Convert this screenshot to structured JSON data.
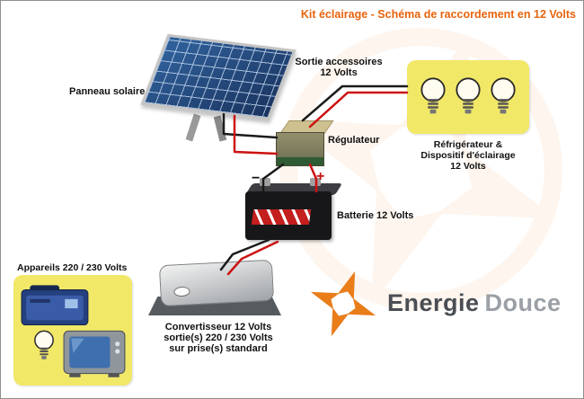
{
  "title": "Kit éclairage - Schéma de raccordement en 12 Volts",
  "labels": {
    "panel": "Panneau solaire",
    "accessory_output": "Sortie accessoires\n12 Volts",
    "regulator": "Régulateur",
    "battery": "Batterie 12 Volts",
    "minus": "−",
    "plus": "+",
    "fridge_lighting": "Réfrigérateur &\nDispositif d'éclairage\n12 Volts",
    "appliances": "Appareils 220 / 230 Volts",
    "converter": "Convertisseur 12 Volts\nsortie(s) 220 / 230 Volts\nsur prise(s) standard"
  },
  "brand": {
    "primary": "Energie",
    "secondary": "Douce"
  },
  "icons": {
    "bulb": "bulb-icon",
    "logo": "pinwheel-logo-icon"
  },
  "colors": {
    "title_orange": "#e8640e",
    "highlight_yellow": "#f2e868",
    "wire_positive_red": "#cc1111",
    "wire_negative_black": "#1a1a1a",
    "brand_orange": "#e87d1a",
    "brand_dark": "#4a4e54",
    "brand_light": "#9aa0a6",
    "panel_blue": "#1a335e"
  }
}
